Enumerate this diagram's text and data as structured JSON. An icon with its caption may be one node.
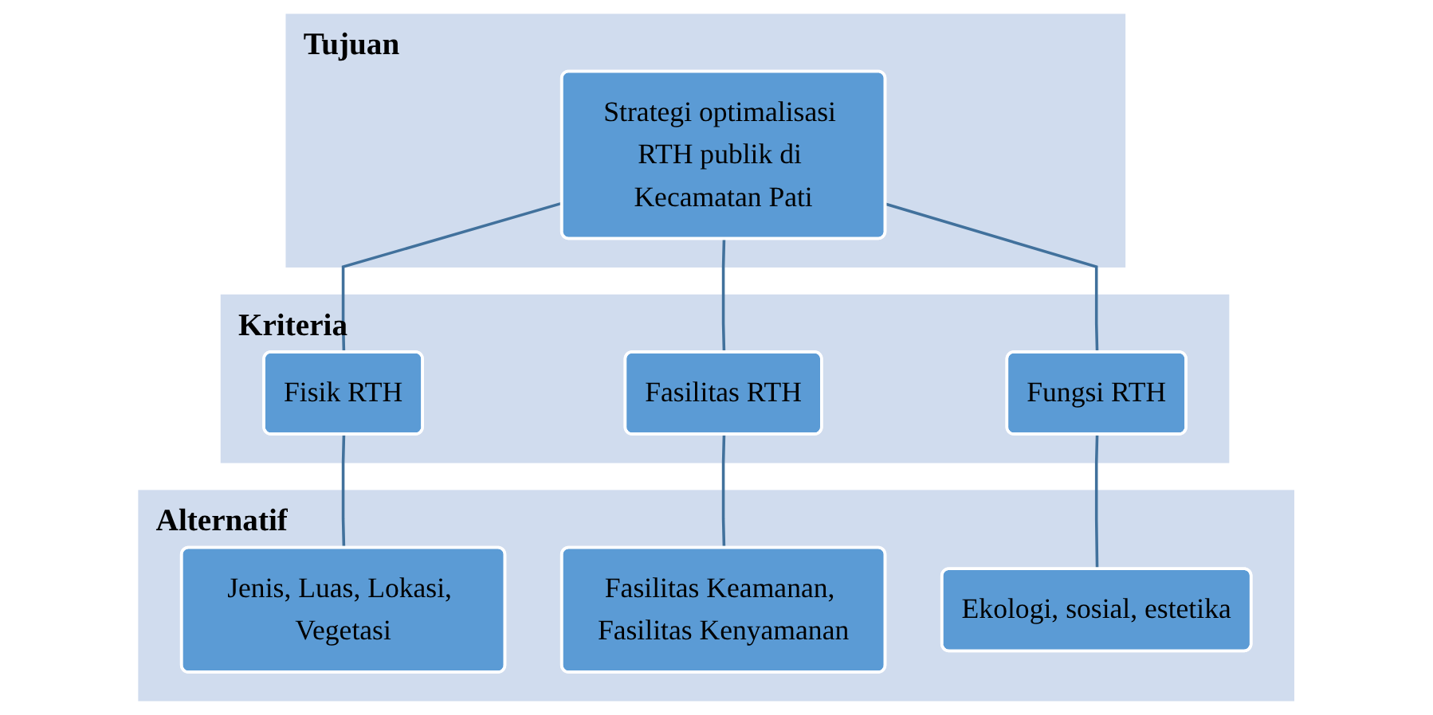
{
  "diagram": {
    "nodes": [
      {
        "text": [
          "Tujuan"
        ]
      },
      {
        "text": [
          "Strategi optimalisasi RTH publik di Kecamatan Pati"
        ],
        "in": 0
      },
      {
        "text": [
          "Kriteria"
        ]
      },
      {
        "text": [
          "Fisik RTH"
        ],
        "in": 2
      },
      {
        "text": [
          "Fasilitas RTH"
        ],
        "in": 2
      },
      {
        "text": [
          "Fungsi RTH"
        ],
        "in": 2
      },
      {
        "text": [
          "Alternatif"
        ]
      },
      {
        "text": [
          "Jenis, Luas, Lokasi, Vegetasi"
        ],
        "in": 6
      },
      {
        "text": [
          "Fasilitas Keamanan, Fasilitas Kenyamanan"
        ],
        "in": 6
      },
      {
        "text": [
          "Ekologi, sosial, estetika"
        ],
        "in": 6
      }
    ],
    "edges": [
      {
        "from": 1,
        "to": 3,
        "arrow": "none"
      },
      {
        "from": 1,
        "to": 4,
        "arrow": "none"
      },
      {
        "from": 1,
        "to": 5,
        "arrow": "none"
      },
      {
        "from": 3,
        "to": 7,
        "arrow": "none"
      },
      {
        "from": 4,
        "to": 8,
        "arrow": "none"
      },
      {
        "from": 5,
        "to": 9,
        "arrow": "none"
      }
    ]
  }
}
